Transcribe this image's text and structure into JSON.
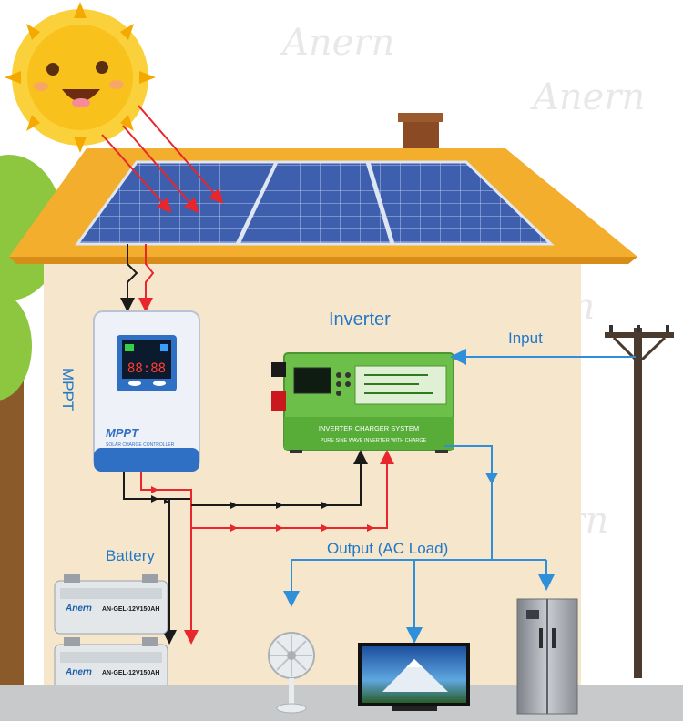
{
  "labels": {
    "inverter": "Inverter",
    "input": "Input",
    "mppt": "MPPT",
    "battery": "Battery",
    "output": "Output (AC Load)"
  },
  "controller": {
    "brand": "MPPT",
    "subtitle": "SOLAR CHARGE CONTROLLER",
    "display": "88:88"
  },
  "inverter_unit": {
    "label": "INVERTER CHARGER SYSTEM",
    "sublabel": "PURE SINE WAVE INVERTER WITH CHARGE"
  },
  "batteries": [
    {
      "brand": "Anern",
      "model": "AN-GEL-12V150AH"
    },
    {
      "brand": "Anern",
      "model": "AN-GEL-12V150AH"
    }
  ],
  "watermark": "Anern",
  "colors": {
    "dc_positive": "#e8262b",
    "dc_negative": "#1a1a1a",
    "ac_line": "#2f8fd8",
    "label_blue": "#1f78c8",
    "wall": "#f6e6cc",
    "roof": "#f2ae2c",
    "inverter_body": "#6cc04a",
    "sun": "#f9c11b"
  }
}
